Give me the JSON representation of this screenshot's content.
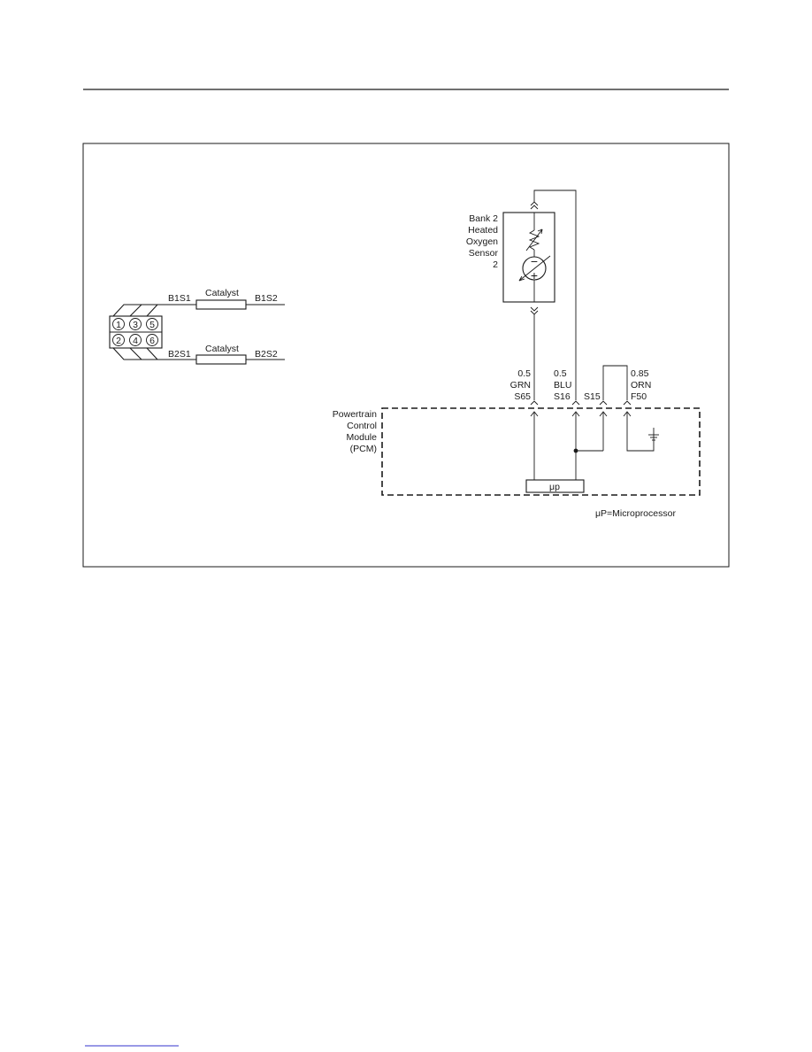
{
  "diagram": {
    "engine": {
      "cylinders_top": [
        "1",
        "3",
        "5"
      ],
      "cylinders_bottom": [
        "2",
        "4",
        "6"
      ]
    },
    "exhaust": {
      "bank1_upstream": "B1S1",
      "bank1_downstream": "B1S2",
      "bank2_upstream": "B2S1",
      "bank2_downstream": "B2S2",
      "catalyst_label": "Catalyst"
    },
    "sensor": {
      "label_lines": [
        "Bank 2",
        "Heated",
        "Oxygen",
        "Sensor",
        "2"
      ],
      "minus": "−",
      "plus": "+"
    },
    "wires": [
      {
        "gauge": "0.5",
        "color": "GRN",
        "pin": "S65"
      },
      {
        "gauge": "0.5",
        "color": "BLU",
        "pin": "S16"
      },
      {
        "gauge": "",
        "color": "",
        "pin": "S15"
      },
      {
        "gauge": "0.85",
        "color": "ORN",
        "pin": "F50"
      }
    ],
    "pcm": {
      "label_lines": [
        "Powertrain",
        "Control",
        "Module",
        "(PCM)"
      ],
      "micro_label": "μp"
    },
    "legend": "μP=Microprocessor"
  }
}
